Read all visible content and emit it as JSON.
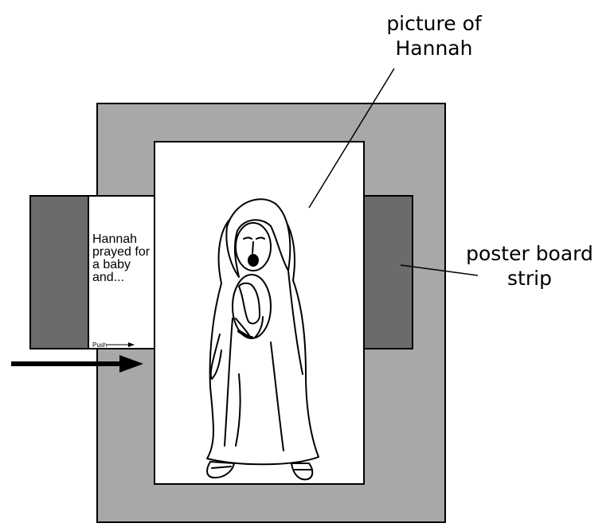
{
  "callouts": {
    "picture_label_line1": "picture of",
    "picture_label_line2": "Hannah",
    "strip_label_line1": "poster board",
    "strip_label_line2": "strip"
  },
  "strip_card": {
    "text": "Hannah prayed for a baby and...",
    "push_label": "Push"
  },
  "colors": {
    "outer_frame": "#a8a8a8",
    "poster_strip": "#6b6b6b",
    "picture_panel": "#ffffff",
    "outline": "#000000"
  },
  "icons": [
    "direction-arrow-icon",
    "push-arrow-icon"
  ]
}
